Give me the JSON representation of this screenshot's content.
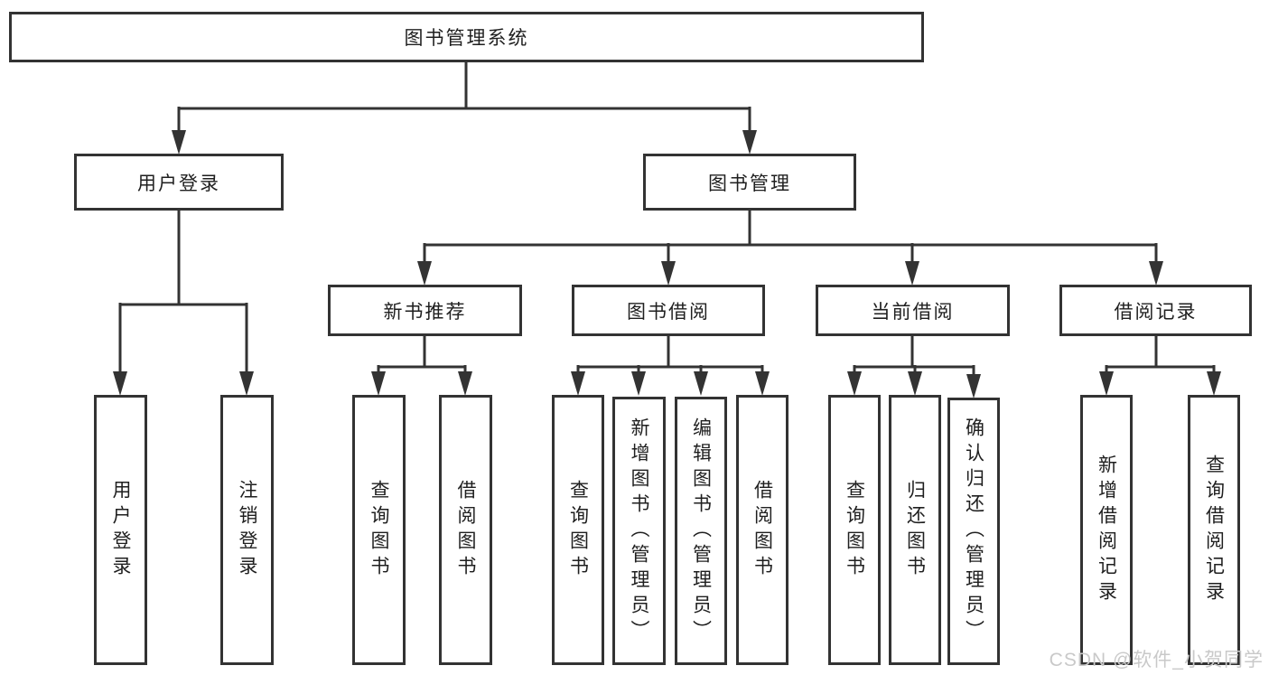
{
  "tree": {
    "root": {
      "label": "图书管理系统"
    },
    "branches": [
      {
        "label": "用户登录",
        "children": [
          {
            "label": "用户登录"
          },
          {
            "label": "注销登录"
          }
        ]
      },
      {
        "label": "图书管理",
        "sections": [
          {
            "label": "新书推荐",
            "children": [
              {
                "label": "查询图书"
              },
              {
                "label": "借阅图书"
              }
            ]
          },
          {
            "label": "图书借阅",
            "children": [
              {
                "label": "查询图书"
              },
              {
                "label": "新增图书（管理员）"
              },
              {
                "label": "编辑图书（管理员）"
              },
              {
                "label": "借阅图书"
              }
            ]
          },
          {
            "label": "当前借阅",
            "children": [
              {
                "label": "查询图书"
              },
              {
                "label": "归还图书"
              },
              {
                "label": "确认归还（管理员）"
              }
            ]
          },
          {
            "label": "借阅记录",
            "children": [
              {
                "label": "新增借阅记录"
              },
              {
                "label": "查询借阅记录"
              }
            ]
          }
        ]
      }
    ]
  },
  "watermark": {
    "text": "CSDN @软件_小贺同学",
    "color": "#c9c9c9"
  },
  "colors": {
    "line": "#333333",
    "box_border": "#333333",
    "text": "#1f1f1f",
    "background": "#ffffff"
  }
}
